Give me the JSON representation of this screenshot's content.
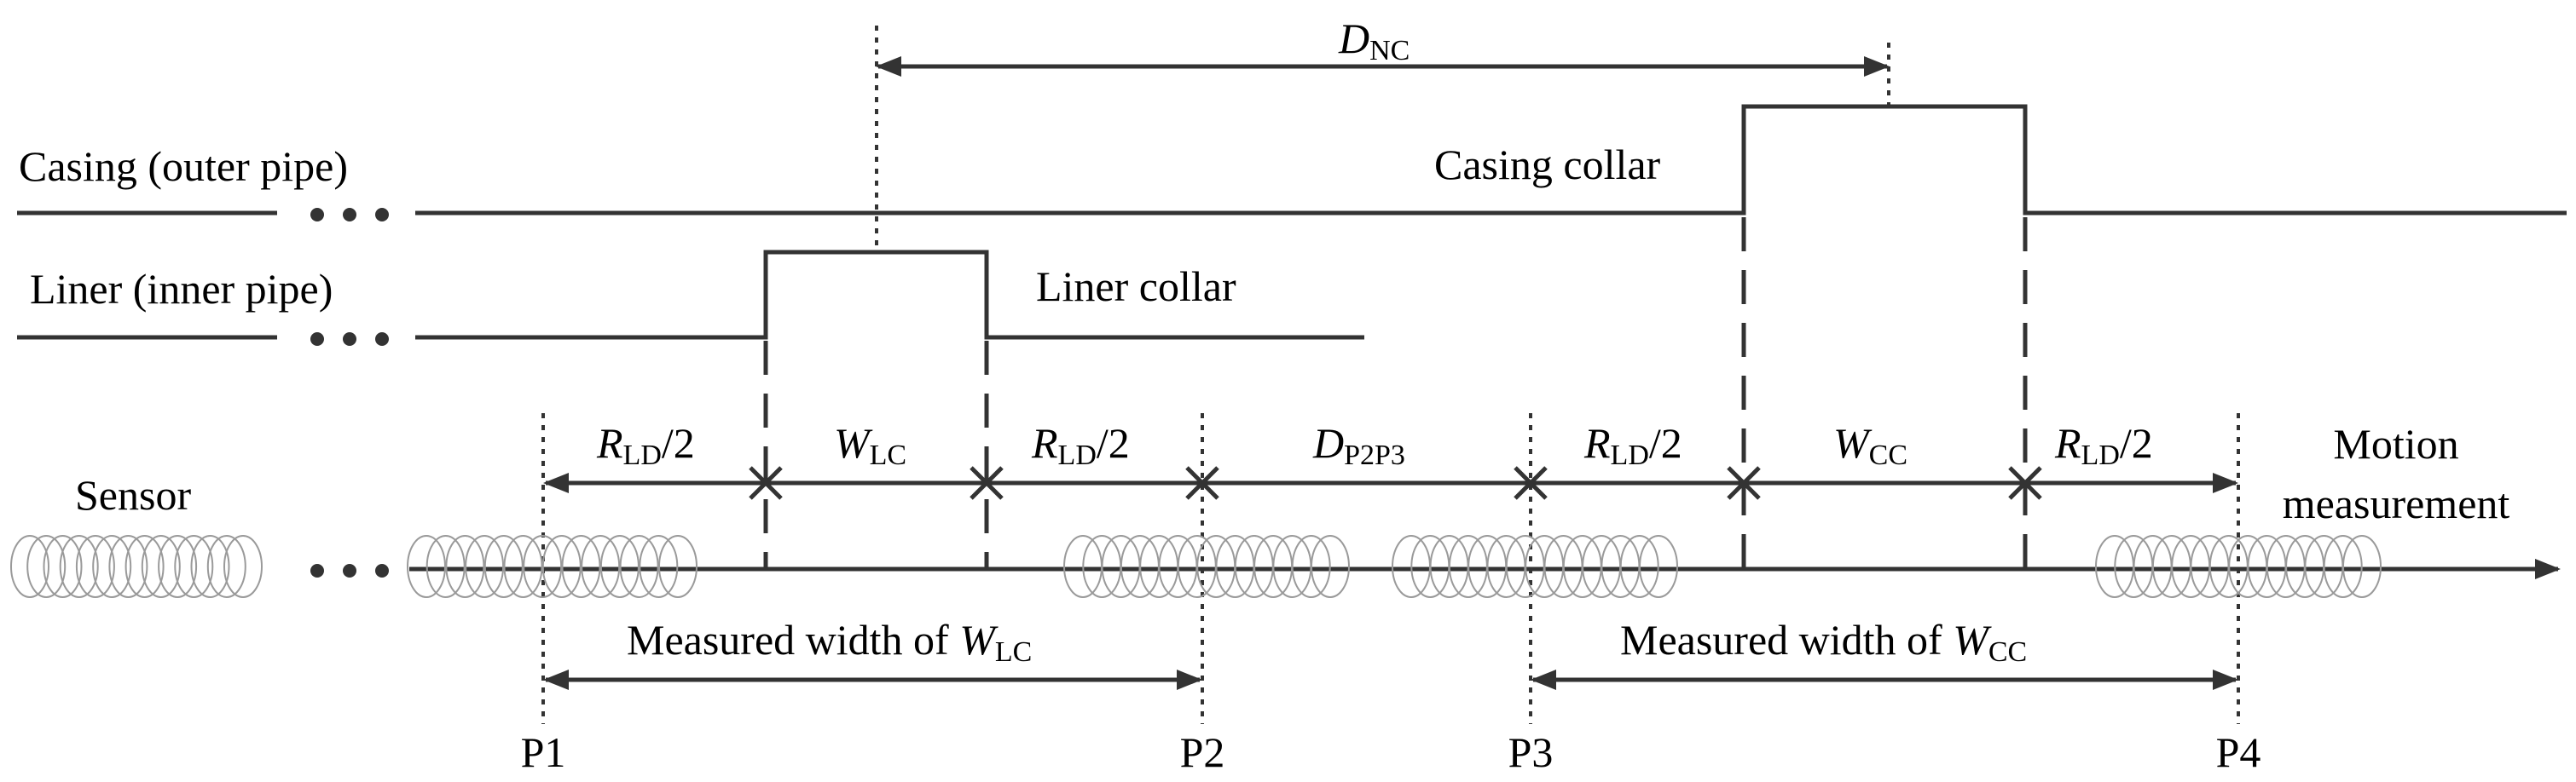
{
  "labels": {
    "casing": "Casing (outer pipe)",
    "liner": "Liner (inner pipe)",
    "casing_collar": "Casing collar",
    "liner_collar": "Liner collar",
    "sensor": "Sensor",
    "motion_line1": "Motion",
    "motion_line2": "measurement",
    "ellipsis": "• • •"
  },
  "dnc": {
    "main": "D",
    "sub": "NC"
  },
  "segments": [
    {
      "main": "R",
      "sub": "LD",
      "tail": "/2"
    },
    {
      "main": "W",
      "sub": "LC",
      "tail": ""
    },
    {
      "main": "R",
      "sub": "LD",
      "tail": "/2"
    },
    {
      "main": "D",
      "sub": "P2P3",
      "tail": ""
    },
    {
      "main": "R",
      "sub": "LD",
      "tail": "/2"
    },
    {
      "main": "W",
      "sub": "CC",
      "tail": ""
    },
    {
      "main": "R",
      "sub": "LD",
      "tail": "/2"
    }
  ],
  "measured": [
    {
      "prefix": "Measured width of ",
      "main": "W",
      "sub": "LC"
    },
    {
      "prefix": "Measured width of ",
      "main": "W",
      "sub": "CC"
    }
  ],
  "points": [
    "P1",
    "P2",
    "P3",
    "P4"
  ],
  "colors": {
    "line": "#333333",
    "coil": "#9a9a9a",
    "text": "#000000"
  }
}
